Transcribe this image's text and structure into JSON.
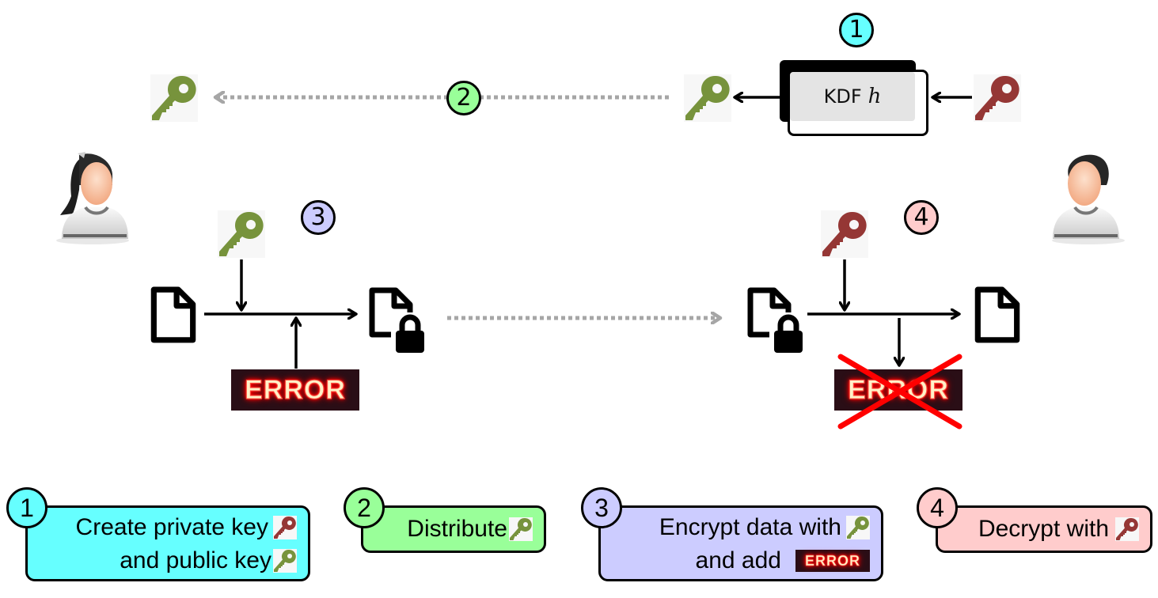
{
  "colors": {
    "step1": "#66ffff",
    "step2": "#99ff99",
    "step3": "#ccccff",
    "step4": "#ffcccc",
    "public_key": "#77933c",
    "private_key": "#953735",
    "dotted_arrow": "#a6a6a6",
    "cross": "#ff0000"
  },
  "actors": {
    "left": {
      "icon": "woman-user-icon"
    },
    "right": {
      "icon": "man-user-icon"
    }
  },
  "top_row": {
    "kdf_label": "KDF",
    "kdf_symbol": "h",
    "step1_badge": "1",
    "step2_badge": "2"
  },
  "encrypt_flow": {
    "badge": "3",
    "error_label": "ERROR"
  },
  "decrypt_flow": {
    "badge": "4",
    "error_label": "ERROR"
  },
  "legend": [
    {
      "number": "1",
      "lines": [
        "Create private key",
        "and public key"
      ],
      "icons": [
        "private-key",
        "public-key"
      ]
    },
    {
      "number": "2",
      "lines": [
        "Distribute"
      ],
      "icons": [
        "public-key"
      ]
    },
    {
      "number": "3",
      "lines": [
        "Encrypt data with",
        "and add"
      ],
      "icons": [
        "public-key",
        "error-sign"
      ],
      "error_label": "ERROR"
    },
    {
      "number": "4",
      "lines": [
        "Decrypt with"
      ],
      "icons": [
        "private-key"
      ]
    }
  ]
}
